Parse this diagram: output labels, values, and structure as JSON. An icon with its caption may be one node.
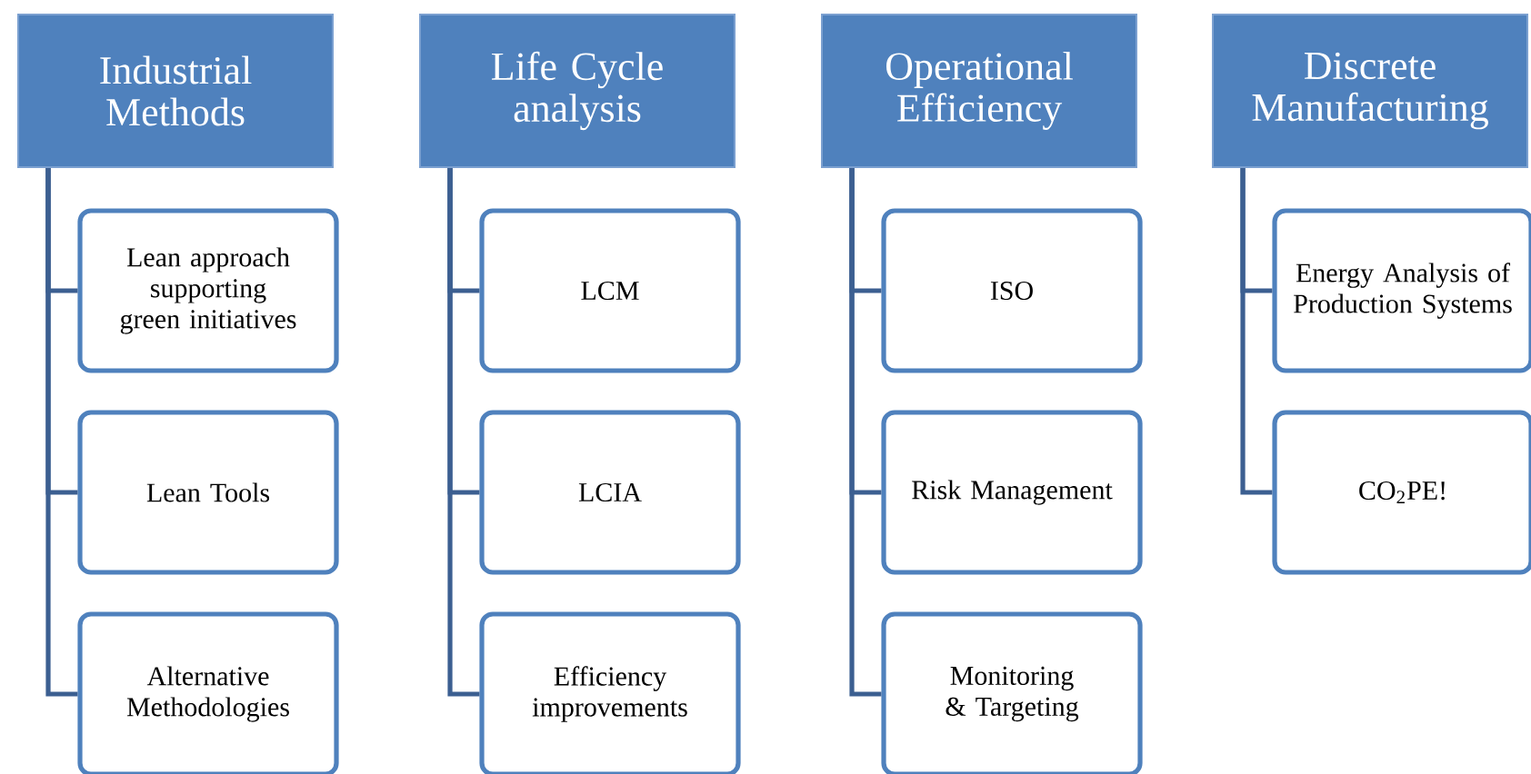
{
  "diagram": {
    "nodes": [
      {
        "text": [
          "Industrial Methods"
        ]
      },
      {
        "text": [
          "Lean approach supporting green initiatives"
        ]
      },
      {
        "text": [
          "Lean Tools"
        ]
      },
      {
        "text": [
          "Alternative Methodologies"
        ]
      },
      {
        "text": [
          "Life Cycle analysis"
        ]
      },
      {
        "text": [
          "LCM"
        ]
      },
      {
        "text": [
          "LCIA"
        ]
      },
      {
        "text": [
          "Efficiency improvements"
        ]
      },
      {
        "text": [
          "Operational Efficiency"
        ]
      },
      {
        "text": [
          "ISO"
        ]
      },
      {
        "text": [
          "Risk Management"
        ]
      },
      {
        "text": [
          "Monitoring & Targeting"
        ]
      },
      {
        "text": [
          "Discrete Manufacturing"
        ]
      },
      {
        "text": [
          "Energy Analysis of Production Systems"
        ]
      },
      {
        "text": [
          "CO$_{2}$PE!"
        ]
      }
    ],
    "edges": [
      {
        "from": 0,
        "to": 1,
        "arrow": "none"
      },
      {
        "from": 0,
        "to": 2,
        "arrow": "none"
      },
      {
        "from": 0,
        "to": 3,
        "arrow": "none"
      },
      {
        "from": 4,
        "to": 5,
        "arrow": "none"
      },
      {
        "from": 4,
        "to": 6,
        "arrow": "none"
      },
      {
        "from": 4,
        "to": 7,
        "arrow": "none"
      },
      {
        "from": 8,
        "to": 9,
        "arrow": "none"
      },
      {
        "from": 8,
        "to": 10,
        "arrow": "none"
      },
      {
        "from": 8,
        "to": 11,
        "arrow": "none"
      },
      {
        "from": 12,
        "to": 13,
        "arrow": "none"
      },
      {
        "from": 12,
        "to": 14,
        "arrow": "none"
      }
    ]
  }
}
